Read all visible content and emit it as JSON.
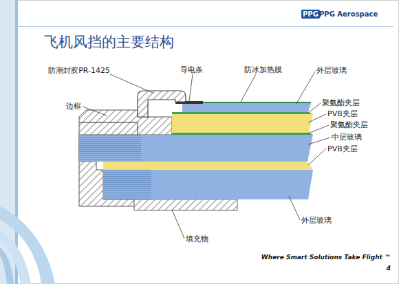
{
  "diagram": {
    "title": "飞机风挡的主要结构",
    "labels": [
      "PPG",
      "PPG Aerospace",
      "防潮封胶PR-1425",
      "导电条",
      "防冰加热膜",
      "外层玻璃",
      "边框",
      "聚氨酯夹层",
      "PVB夹层",
      "聚氨酯夹层",
      "中层玻璃",
      "PVB夹层",
      "外层玻璃",
      "填充物",
      "Where Smart Solutions Take Flight ™",
      "4"
    ]
  }
}
